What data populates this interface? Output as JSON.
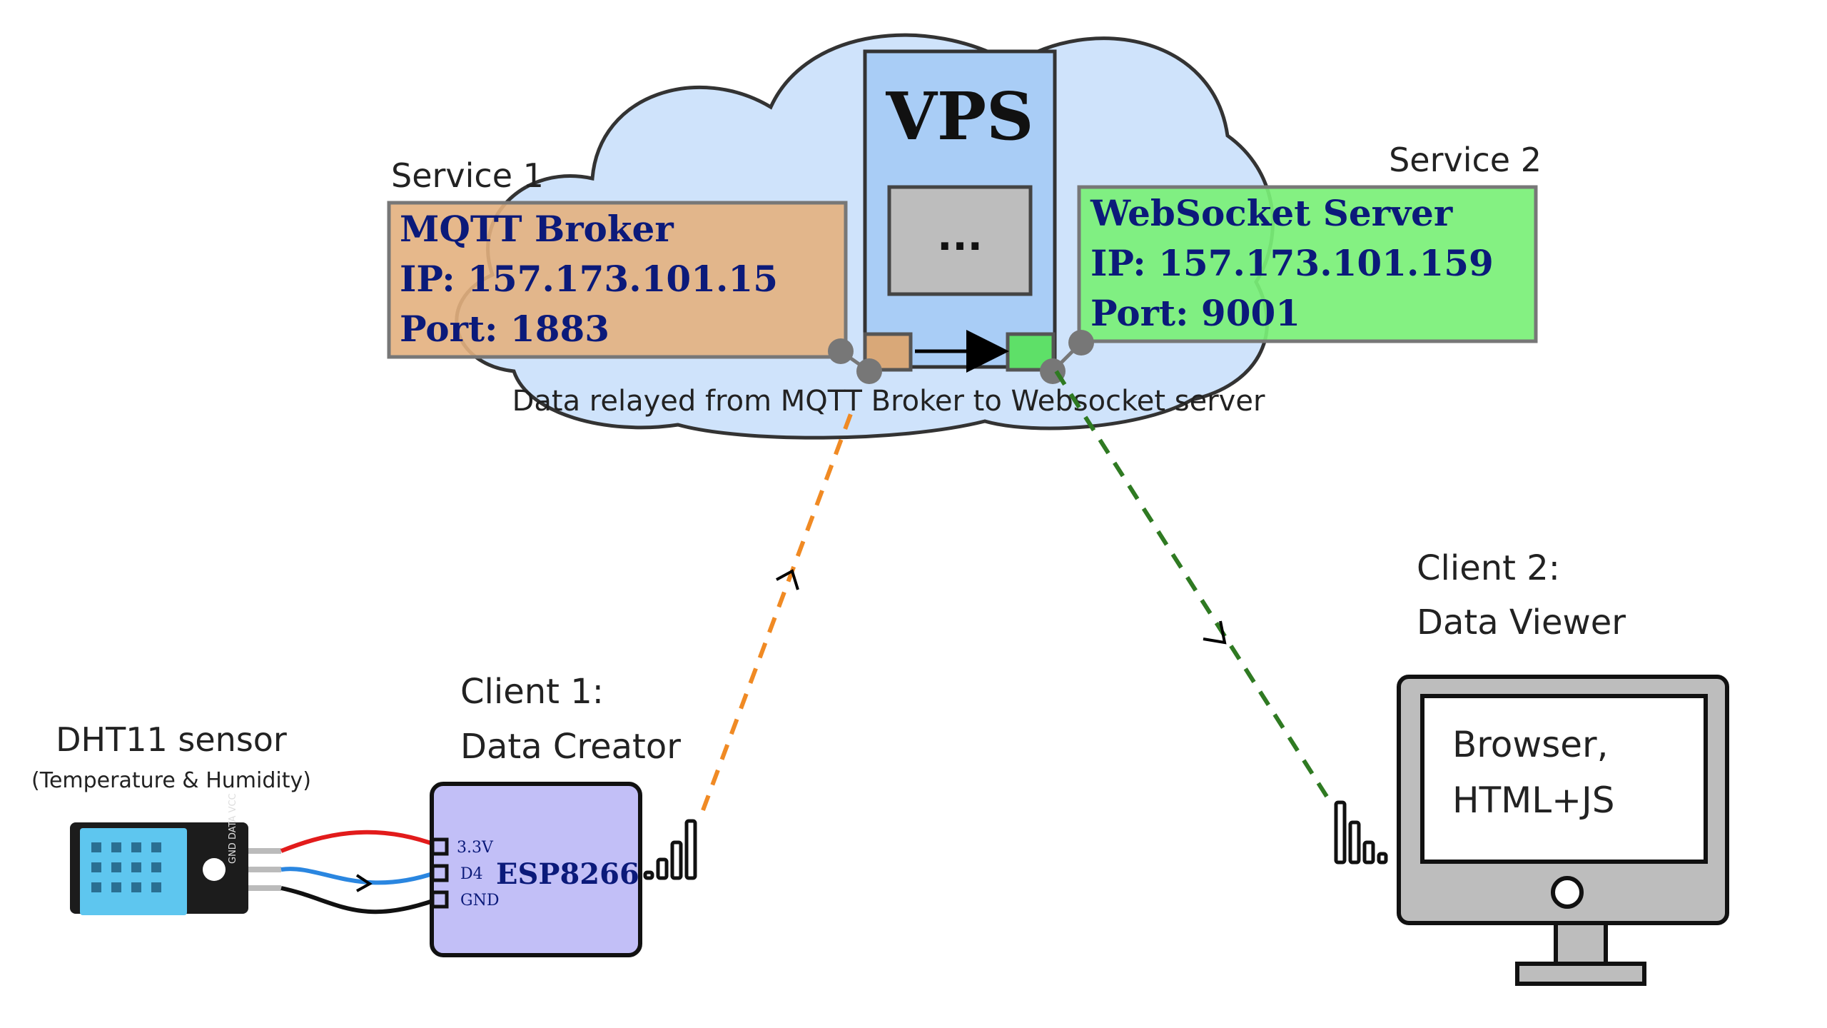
{
  "vps": {
    "title": "VPS",
    "inner": "..."
  },
  "service1": {
    "label": "Service 1",
    "name": "MQTT Broker",
    "ip": "IP: 157.173.101.15",
    "port": "Port: 1883"
  },
  "service2": {
    "label": "Service 2",
    "name": "WebSocket Server",
    "ip": "IP:  157.173.101.159",
    "port": "Port: 9001"
  },
  "relay_caption": "Data relayed from MQTT Broker to Websocket server",
  "sensor": {
    "title": "DHT11 sensor",
    "subtitle": "(Temperature & Humidity)",
    "board_text": "GND DATA VCC"
  },
  "client1": {
    "line1": "Client 1:",
    "line2": "Data Creator",
    "chip": "ESP8266",
    "pins": [
      "3.3V",
      "D4",
      "GND"
    ]
  },
  "client2": {
    "line1": "Client 2:",
    "line2": "Data Viewer",
    "screen_line1": "Browser,",
    "screen_line2": "HTML+JS"
  },
  "colors": {
    "cloud_fill": "#cfe3fb",
    "vps_fill": "#a9cdf6",
    "mqtt_fill": "#e3b07e",
    "ws_fill": "#7af077",
    "esp_fill": "#c2bff7",
    "orange_link": "#f08a24",
    "green_link": "#2f7a22",
    "text_navy": "#0b1a7a"
  }
}
